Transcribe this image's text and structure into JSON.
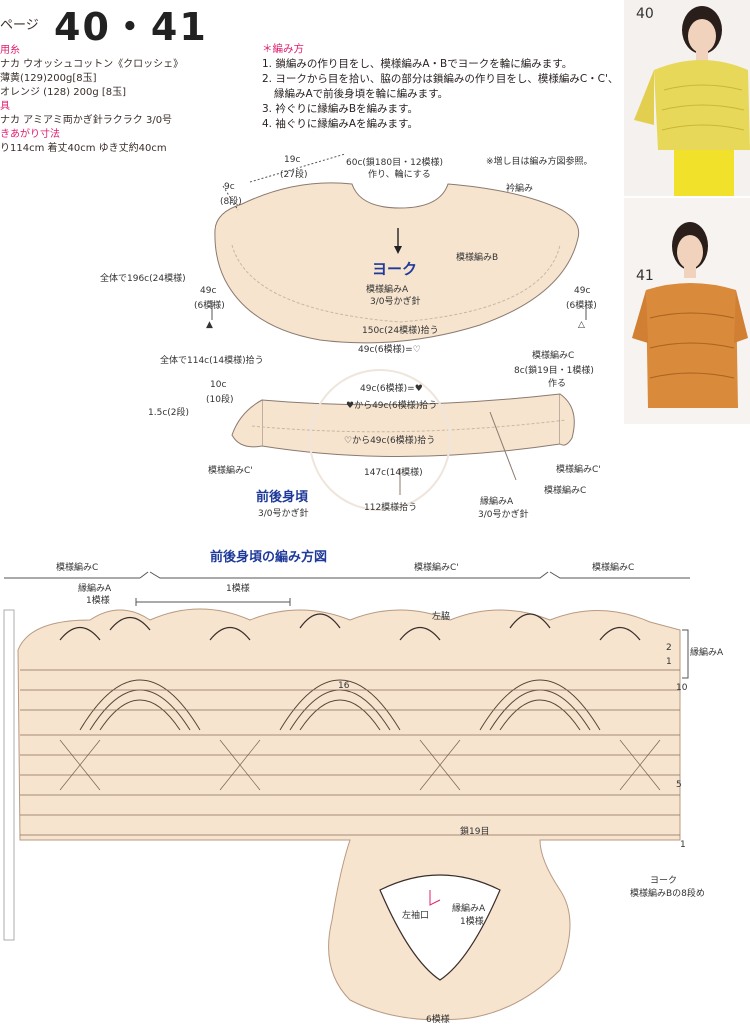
{
  "header": {
    "page_prefix": "ページ",
    "page_numbers": "40・41"
  },
  "materials": {
    "yarn_heading": "用糸",
    "yarn_brand": "ナカ ウオッシュコットン《クロッシェ》",
    "yarn_color1": "薄黄(129)200g[8玉]",
    "yarn_color2": "オレンジ (128) 200g [8玉]",
    "tools_heading": "具",
    "tools_value": "ナカ アミアミ両かぎ針ラクラク 3/0号",
    "size_heading": "きあがり寸法",
    "size_value": "り114cm 着丈40cm ゆき丈約40cm"
  },
  "instructions": {
    "heading": "＊編み方",
    "step1": "1. 鎖編みの作り目をし、模様編みA・Bでヨークを輪に編みます。",
    "step2": "2. ヨークから目を拾い、脇の部分は鎖編みの作り目をし、模様編みC・C'、",
    "step2b": "縁編みAで前後身頃を輪に編みます。",
    "step3": "3. 衿ぐりに縁編みBを編みます。",
    "step4": "4. 袖ぐりに縁編みAを編みます。"
  },
  "photos": {
    "photo1_number": "40",
    "photo2_number": "41"
  },
  "yoke_diagram": {
    "note": "※増し目は編み方図参照。",
    "top_count": "60c(鎖180目・12模様)",
    "top_note": "作り、輪にする",
    "neck_label": "衿編み",
    "left_width": "19c",
    "left_width2": "(27段)",
    "left_rows": "9c",
    "left_rows2": "(8段)",
    "total_196": "全体で196c(24模様)",
    "left_49": "49c",
    "left_49b": "(6模様)",
    "left_mark": "▲",
    "right_49": "49c",
    "right_49b": "(6模様)",
    "right_mark": "△",
    "pattern_b": "模様編みB",
    "yoke_title": "ヨーク",
    "pattern_a": "模様編みA",
    "hook": "3/0号かぎ針",
    "pick_150": "150c(24模様)拾う",
    "center_49": "49c(6模様)=♡"
  },
  "body_diagram": {
    "total_114": "全体で114c(14模様)拾う",
    "left_10c": "10c",
    "left_10r": "(10段)",
    "left_15": "1.5c(2段)",
    "pattern_c": "模様編みC",
    "right_8c": "8c(鎖19目・1模様)",
    "right_make": "作る",
    "r1": "49c(6模様)=♥",
    "r2": "♥から49c(6模様)拾う",
    "r3": "♡から49c(6模様)拾う",
    "r4": "147c(14模様)",
    "pattern_c_prime": "模様編みC'",
    "body_title": "前後身頃",
    "body_hook": "3/0号かぎ針",
    "pick_112": "112模様拾う",
    "edge_a": "縁編みA",
    "edge_hook": "3/0号かぎ針",
    "right_c_prime": "模様編みC'",
    "right_c_prime2": "模様編みC"
  },
  "chart": {
    "title": "前後身頃の編み方図",
    "top_left": "模様編みC",
    "top_mid": "模様編みC'",
    "top_right": "模様編みC",
    "edge_a": "縁編みA",
    "one_pattern": "1模様",
    "one_pattern2": "1模様",
    "left_side": "左脇",
    "right_edge": "縁編みA",
    "row_2": "2",
    "row_1": "1",
    "row_10": "10",
    "row_5": "5",
    "row_1b": "1",
    "chain_19": "鎖19目",
    "sleeve": "左袖口",
    "sleeve_edge": "縁編みA",
    "sleeve_one": "1模様",
    "yoke_note": "ヨーク",
    "yoke_note2": "模様編みBの8段め",
    "bottom_count": "6模様",
    "row_label_16": "16"
  },
  "colors": {
    "fabric": "#f6e4cf",
    "fabric_dark": "#efd3b4",
    "ink": "#3a2e2a",
    "accent_blue": "#1f3a9a",
    "accent_pink": "#e0206f"
  }
}
